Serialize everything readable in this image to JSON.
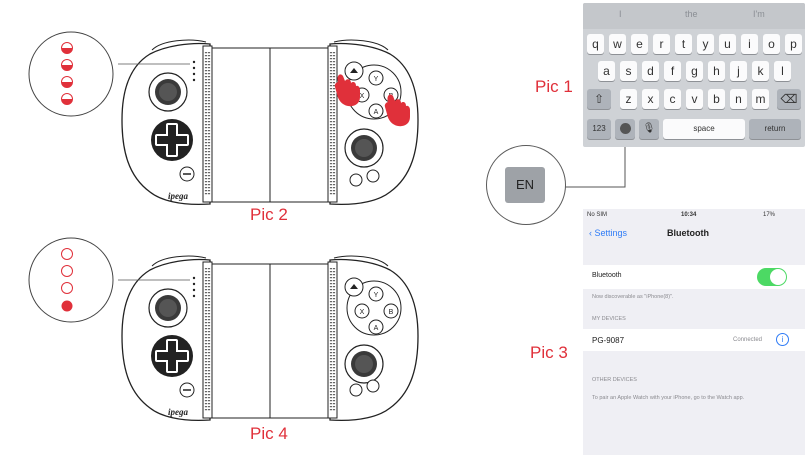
{
  "labels": {
    "pic1": "Pic 1",
    "pic2": "Pic 2",
    "pic3": "Pic 3",
    "pic4": "Pic 4"
  },
  "brand": "ipega",
  "en_key": "EN",
  "keyboard": {
    "suggestions": [
      "I",
      "the",
      "I'm"
    ],
    "row1": [
      "q",
      "w",
      "e",
      "r",
      "t",
      "y",
      "u",
      "i",
      "o",
      "p"
    ],
    "row2": [
      "a",
      "s",
      "d",
      "f",
      "g",
      "h",
      "j",
      "k",
      "l"
    ],
    "row3": [
      "z",
      "x",
      "c",
      "v",
      "b",
      "n",
      "m"
    ],
    "numbers_key": "123",
    "space_key": "space",
    "return_key": "return"
  },
  "phone": {
    "carrier": "No SIM",
    "time": "10:34",
    "battery": "17%",
    "back_label": "Settings",
    "title": "Bluetooth",
    "bluetooth_label": "Bluetooth",
    "discoverable_note": "Now discoverable as \"iPhone(8)\".",
    "my_devices_header": "MY DEVICES",
    "device_name": "PG-9087",
    "device_status": "Connected",
    "other_devices_header": "OTHER DEVICES",
    "footer_note": "To pair an Apple Watch with your iPhone, go to the Watch app."
  },
  "face_buttons": [
    "Y",
    "X",
    "B",
    "A"
  ],
  "colors": {
    "accent_red": "#e0303a",
    "toggle_green": "#4cd964",
    "ios_blue": "#2f7cf6"
  }
}
